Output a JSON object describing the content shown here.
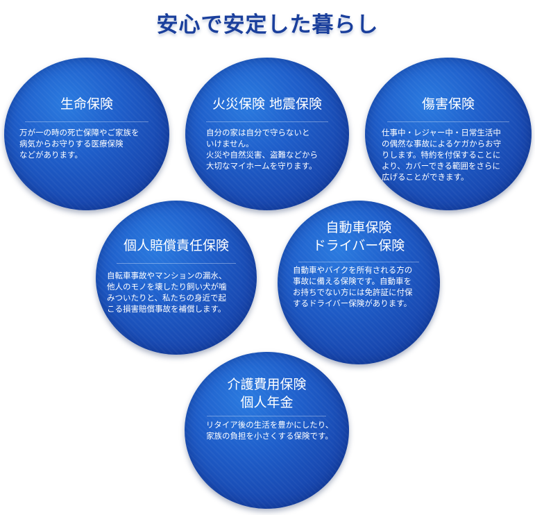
{
  "page": {
    "title": "安心で安定した暮らし"
  },
  "colors": {
    "title": "#1a3f9c",
    "circle_light": "#2b7be0",
    "circle_dark": "#113a98",
    "text": "#ffffff"
  },
  "circles": [
    {
      "title_lines": [
        "生命保険"
      ],
      "description": "万が一の時の死亡保障やご家族を\n病気からお守りする医療保険\nなどがあります。"
    },
    {
      "title_lines": [
        "火災保険 地震保険"
      ],
      "description": "自分の家は自分で守らないと\nいけません。\n火災や自然災害、盗難などから\n大切なマイホームを守ります。"
    },
    {
      "title_lines": [
        "傷害保険"
      ],
      "description": "仕事中・レジャー中・日常生活中\nの偶然な事故によるケガからお守\nりします。特約を付保することに\nより、カバーできる範囲をさらに\n広げることができます。"
    },
    {
      "title_lines": [
        "個人賠償責任保険"
      ],
      "description": "自転車事故やマンションの漏水、\n他人のモノを壊したり飼い犬が噛\nみついたりと、私たちの身近で起\nこる損害賠償事故を補償します。"
    },
    {
      "title_lines": [
        "自動車保険",
        "ドライバー保険"
      ],
      "description": "自動車やバイクを所有される方の\n事故に備える保険です。自動車を\nお持ちでない方には免許証に付保\nするドライバー保険があります。"
    },
    {
      "title_lines": [
        "介護費用保険",
        "個人年金"
      ],
      "description": "リタイア後の生活を豊かにしたり、\n家族の負担を小さくする保険です。"
    }
  ]
}
